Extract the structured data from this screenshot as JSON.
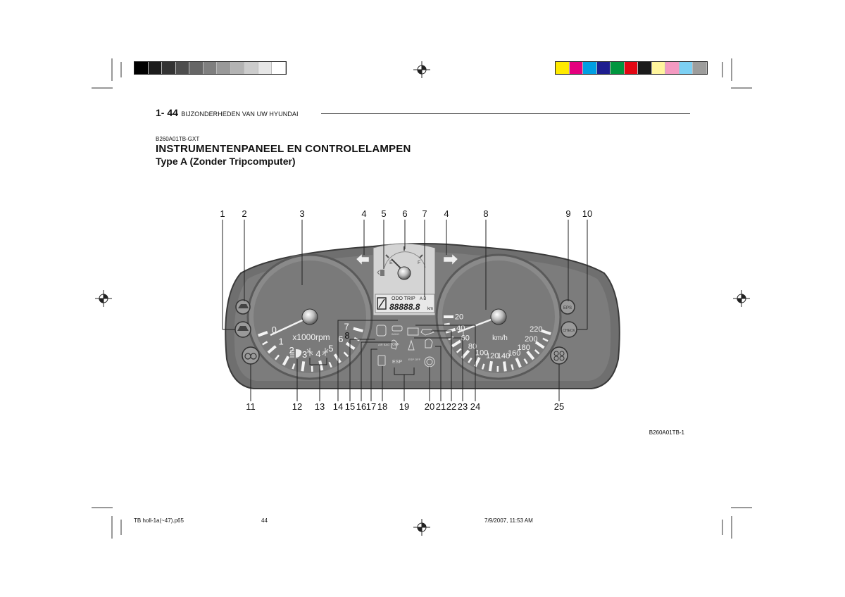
{
  "header": {
    "page_number": "1- 44",
    "section_title": "BIJZONDERHEDEN VAN UW HYUNDAI"
  },
  "doc_code": "B260A01TB-GXT",
  "title": "INSTRUMENTENPANEEL  EN  CONTROLELAMPEN",
  "subtitle": "Type A (Zonder Tripcomputer)",
  "figure": {
    "top_callouts": [
      "1",
      "2",
      "3",
      "4",
      "5",
      "6",
      "7",
      "4",
      "8",
      "9",
      "10"
    ],
    "bottom_callouts": [
      "11",
      "12",
      "13",
      "14",
      "15",
      "16",
      "17",
      "18",
      "19",
      "20",
      "21",
      "22",
      "23",
      "24",
      "25"
    ],
    "side_callout": "8",
    "tachometer": {
      "scale": [
        "0",
        "1",
        "2",
        "3",
        "4",
        "5",
        "6",
        "7"
      ],
      "unit": "x1000rpm"
    },
    "speedometer": {
      "scale": [
        "20",
        "40",
        "60",
        "80",
        "100",
        "120",
        "140",
        "160",
        "180",
        "200",
        "220"
      ],
      "unit": "km/h"
    },
    "lcd": {
      "mode": "ODO TRIP",
      "trip_ab": "A  B",
      "digits": "88888.8",
      "unit": "km"
    },
    "fuel_gauge": {
      "empty": "E",
      "full": "F"
    },
    "lamp_labels": {
      "eps": "EPS",
      "check": "CHECK",
      "esp": "ESP",
      "esp_off": "ESP OFF",
      "airbag": "AIR BAG",
      "off": "OFF",
      "immo": "IMMO"
    },
    "caption": "B260A01TB-1"
  },
  "footer": {
    "file": "TB holl-1a(~47).p65",
    "page": "44",
    "datetime": "7/9/2007, 11:53 AM"
  },
  "colors": {
    "calibration_left": [
      "#000000",
      "#1c1c1c",
      "#333333",
      "#4d4d4d",
      "#666666",
      "#7f7f7f",
      "#999999",
      "#b3b3b3",
      "#cccccc",
      "#e6e6e6",
      "#ffffff"
    ],
    "calibration_right": [
      "#ffea00",
      "#e5007e",
      "#009fe3",
      "#1d1d8f",
      "#00963f",
      "#e30613",
      "#1a1a1a",
      "#fff59d",
      "#f49ac1",
      "#7dd0f3",
      "#9d9d9c"
    ]
  }
}
